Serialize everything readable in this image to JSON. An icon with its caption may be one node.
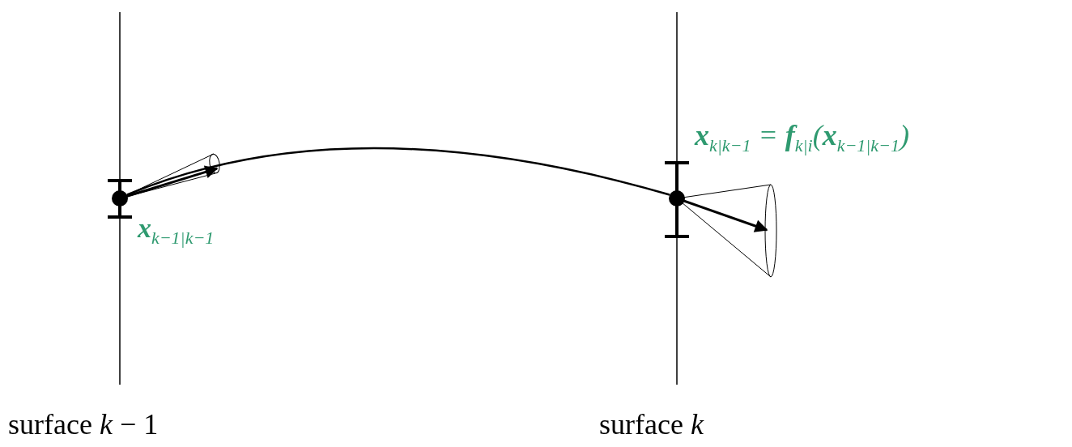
{
  "diagram": {
    "nodes": [
      {
        "text": [],
        "shape": "circle",
        "beside": [
          "**x**$_{k−1|k−1}$"
        ]
      },
      {
        "text": [],
        "shape": "circle",
        "beside": [
          "**x**$_{k|k−1}$ = **f**$_{k|i}$(**x**$_{k−1|k−1}$)"
        ]
      }
    ],
    "edges": [
      {
        "from": 0,
        "to": 1,
        "arrow": "none"
      }
    ],
    "labels": [
      "surface *k* − 1",
      "surface *k*"
    ]
  }
}
